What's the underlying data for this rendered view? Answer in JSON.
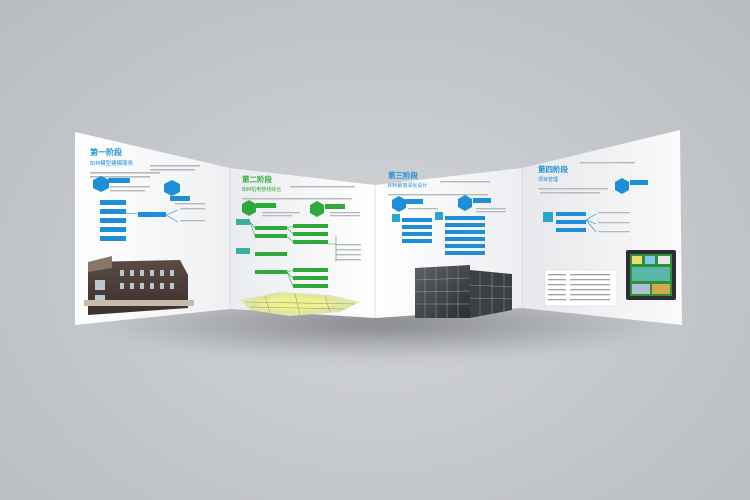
{
  "panels": [
    {
      "stage_title": "第一阶段",
      "stage_subtitle": "BIM模型建模服务",
      "accent": "#1e8fd6"
    },
    {
      "stage_title": "第二阶段",
      "stage_subtitle": "BIM机电管线综合",
      "accent": "#2eaa3c"
    },
    {
      "stage_title": "第三阶段",
      "stage_subtitle": "BIM幕墙深化设计",
      "accent": "#1e8fd6"
    },
    {
      "stage_title": "第四阶段",
      "stage_subtitle": "项目管理",
      "accent": "#1e8fd6"
    }
  ],
  "colors": {
    "background": "#c3c6cb",
    "paper": "#ffffff",
    "blue": "#1e8fd6",
    "green": "#2eaa3c"
  }
}
